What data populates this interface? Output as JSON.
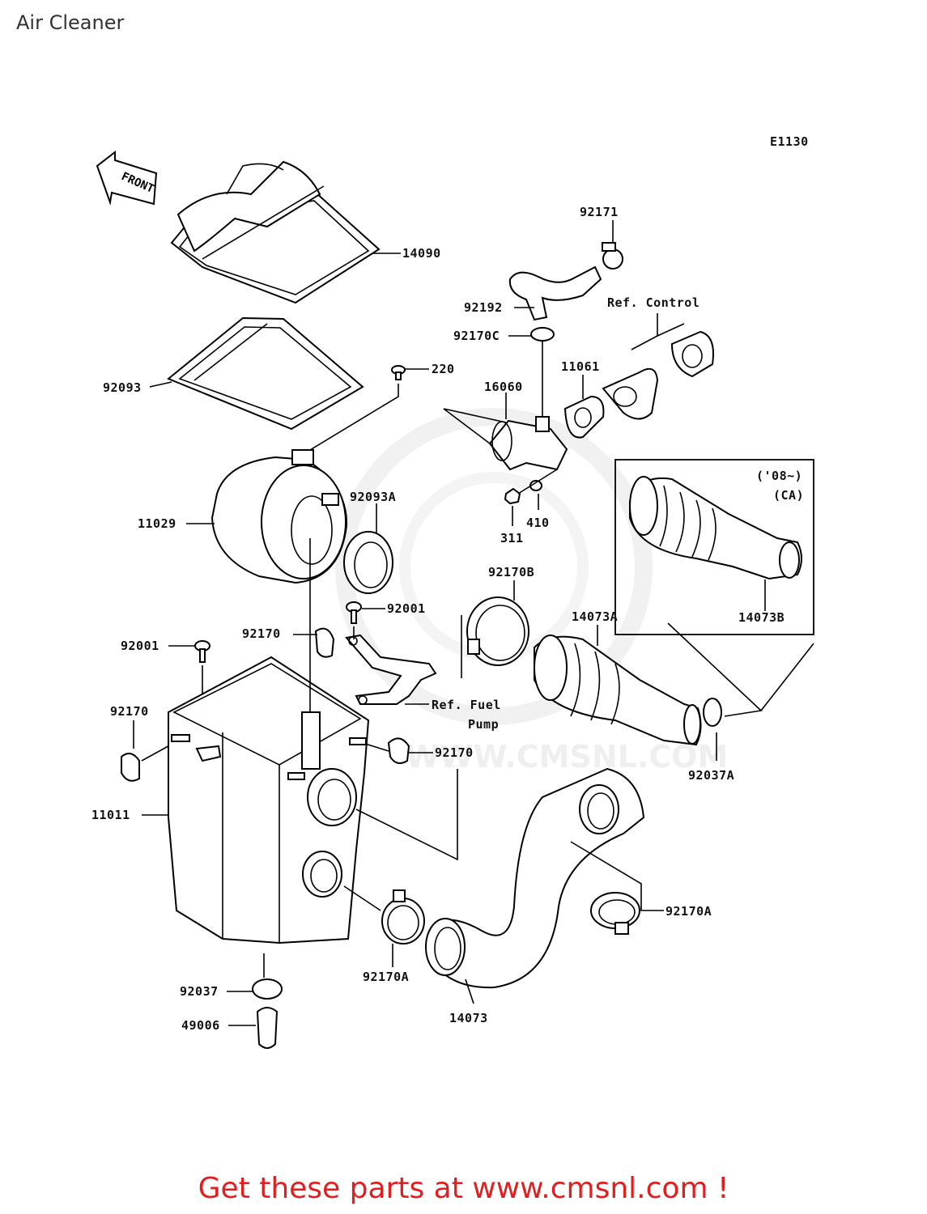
{
  "page": {
    "title": "Air Cleaner",
    "diagram_code": "E1130",
    "front_label": "FRONT",
    "watermark": "WWW.CMSNL.COM",
    "cta": "Get these parts at www.cmsnl.com !"
  },
  "labels": {
    "p14090": "14090",
    "p92171": "92171",
    "p92192": "92192",
    "p92170C": "92170C",
    "ref_control": "Ref. Control",
    "p92093": "92093",
    "p220": "220",
    "p16060": "16060",
    "p11061": "11061",
    "p92093A": "92093A",
    "p11029": "11029",
    "p311": "311",
    "p410": "410",
    "year_note": "('08~)",
    "region_note": "(CA)",
    "p14073B": "14073B",
    "p92170B": "92170B",
    "p92001a": "92001",
    "p92001b": "92001",
    "p92170a": "92170",
    "p14073A": "14073A",
    "ref_fuel": "Ref. Fuel",
    "ref_fuel2": "Pump",
    "p92170b": "92170",
    "p92170c": "92170",
    "p92037A": "92037A",
    "p11011": "11011",
    "p92170A1": "92170A",
    "p92170A2": "92170A",
    "p92037": "92037",
    "p49006": "49006",
    "p14073": "14073"
  }
}
